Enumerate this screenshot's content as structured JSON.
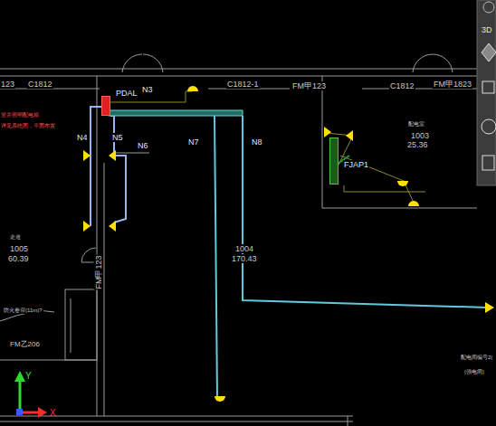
{
  "diagram": {
    "nodes": [
      {
        "text": [
          "PDAL"
        ]
      },
      {
        "text": [
          "FJAP1"
        ]
      }
    ],
    "labels": [
      "123",
      "C1812",
      "C1812-1",
      "FM甲123",
      "C1812",
      "FM甲1823",
      "N3",
      "N4",
      "N5",
      "N6",
      "N7",
      "N8",
      "走道",
      "1005",
      "60.39",
      "1004",
      "170.43",
      "配电室",
      "1003",
      "25.36",
      "FM甲123",
      "防火卷帘(11m)?",
      "FM乙206",
      "配电间编号2(",
      "(强电间)",
      "3D",
      "竖井照明配电箱",
      "详见系统图，平面布置",
      "X",
      "Y"
    ]
  }
}
